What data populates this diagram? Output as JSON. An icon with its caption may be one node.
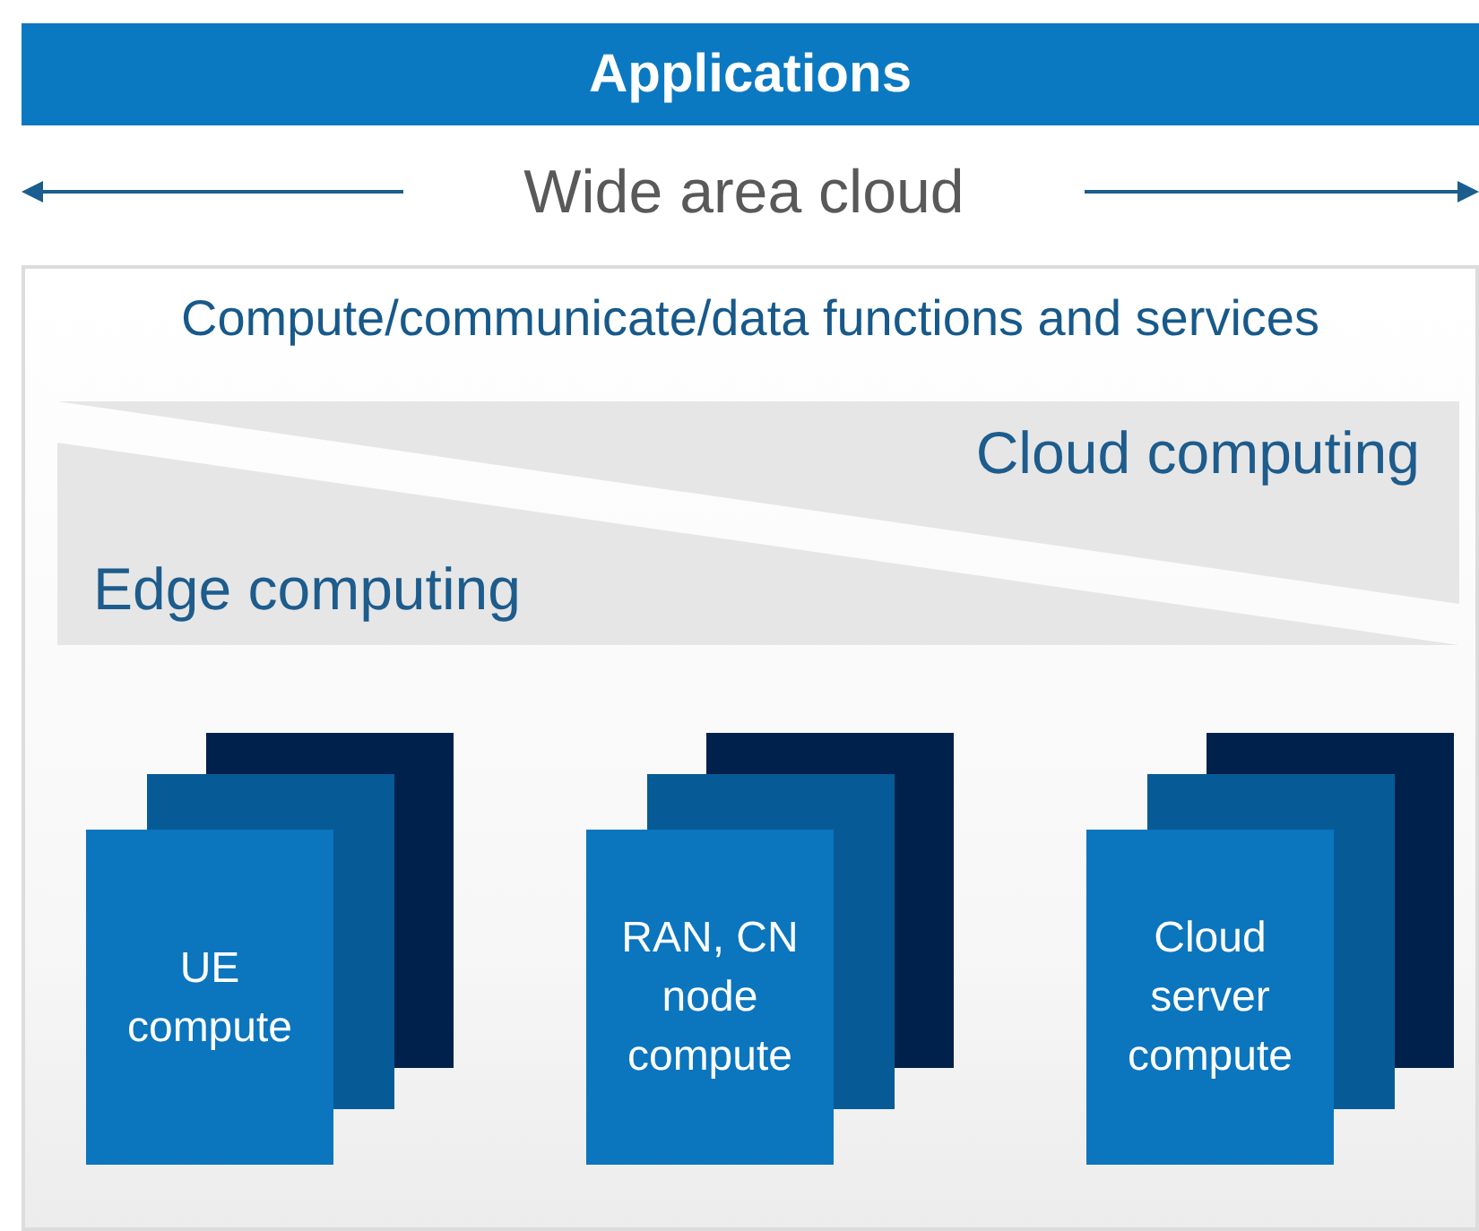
{
  "diagram": {
    "nodes": [
      {
        "text": [
          "Applications"
        ]
      },
      {
        "text": [
          "Compute/communicate/data functions and services"
        ]
      },
      {
        "text": [
          "Cloud computing"
        ],
        "in": 1
      },
      {
        "text": [
          "Edge computing"
        ],
        "in": 1
      },
      {
        "text": [
          "UE compute"
        ],
        "in": 1
      },
      {
        "text": [
          "RAN, CN node compute"
        ],
        "in": 1
      },
      {
        "text": [
          "Cloud server compute"
        ],
        "in": 1
      }
    ],
    "labels": [
      "Wide area cloud"
    ]
  }
}
